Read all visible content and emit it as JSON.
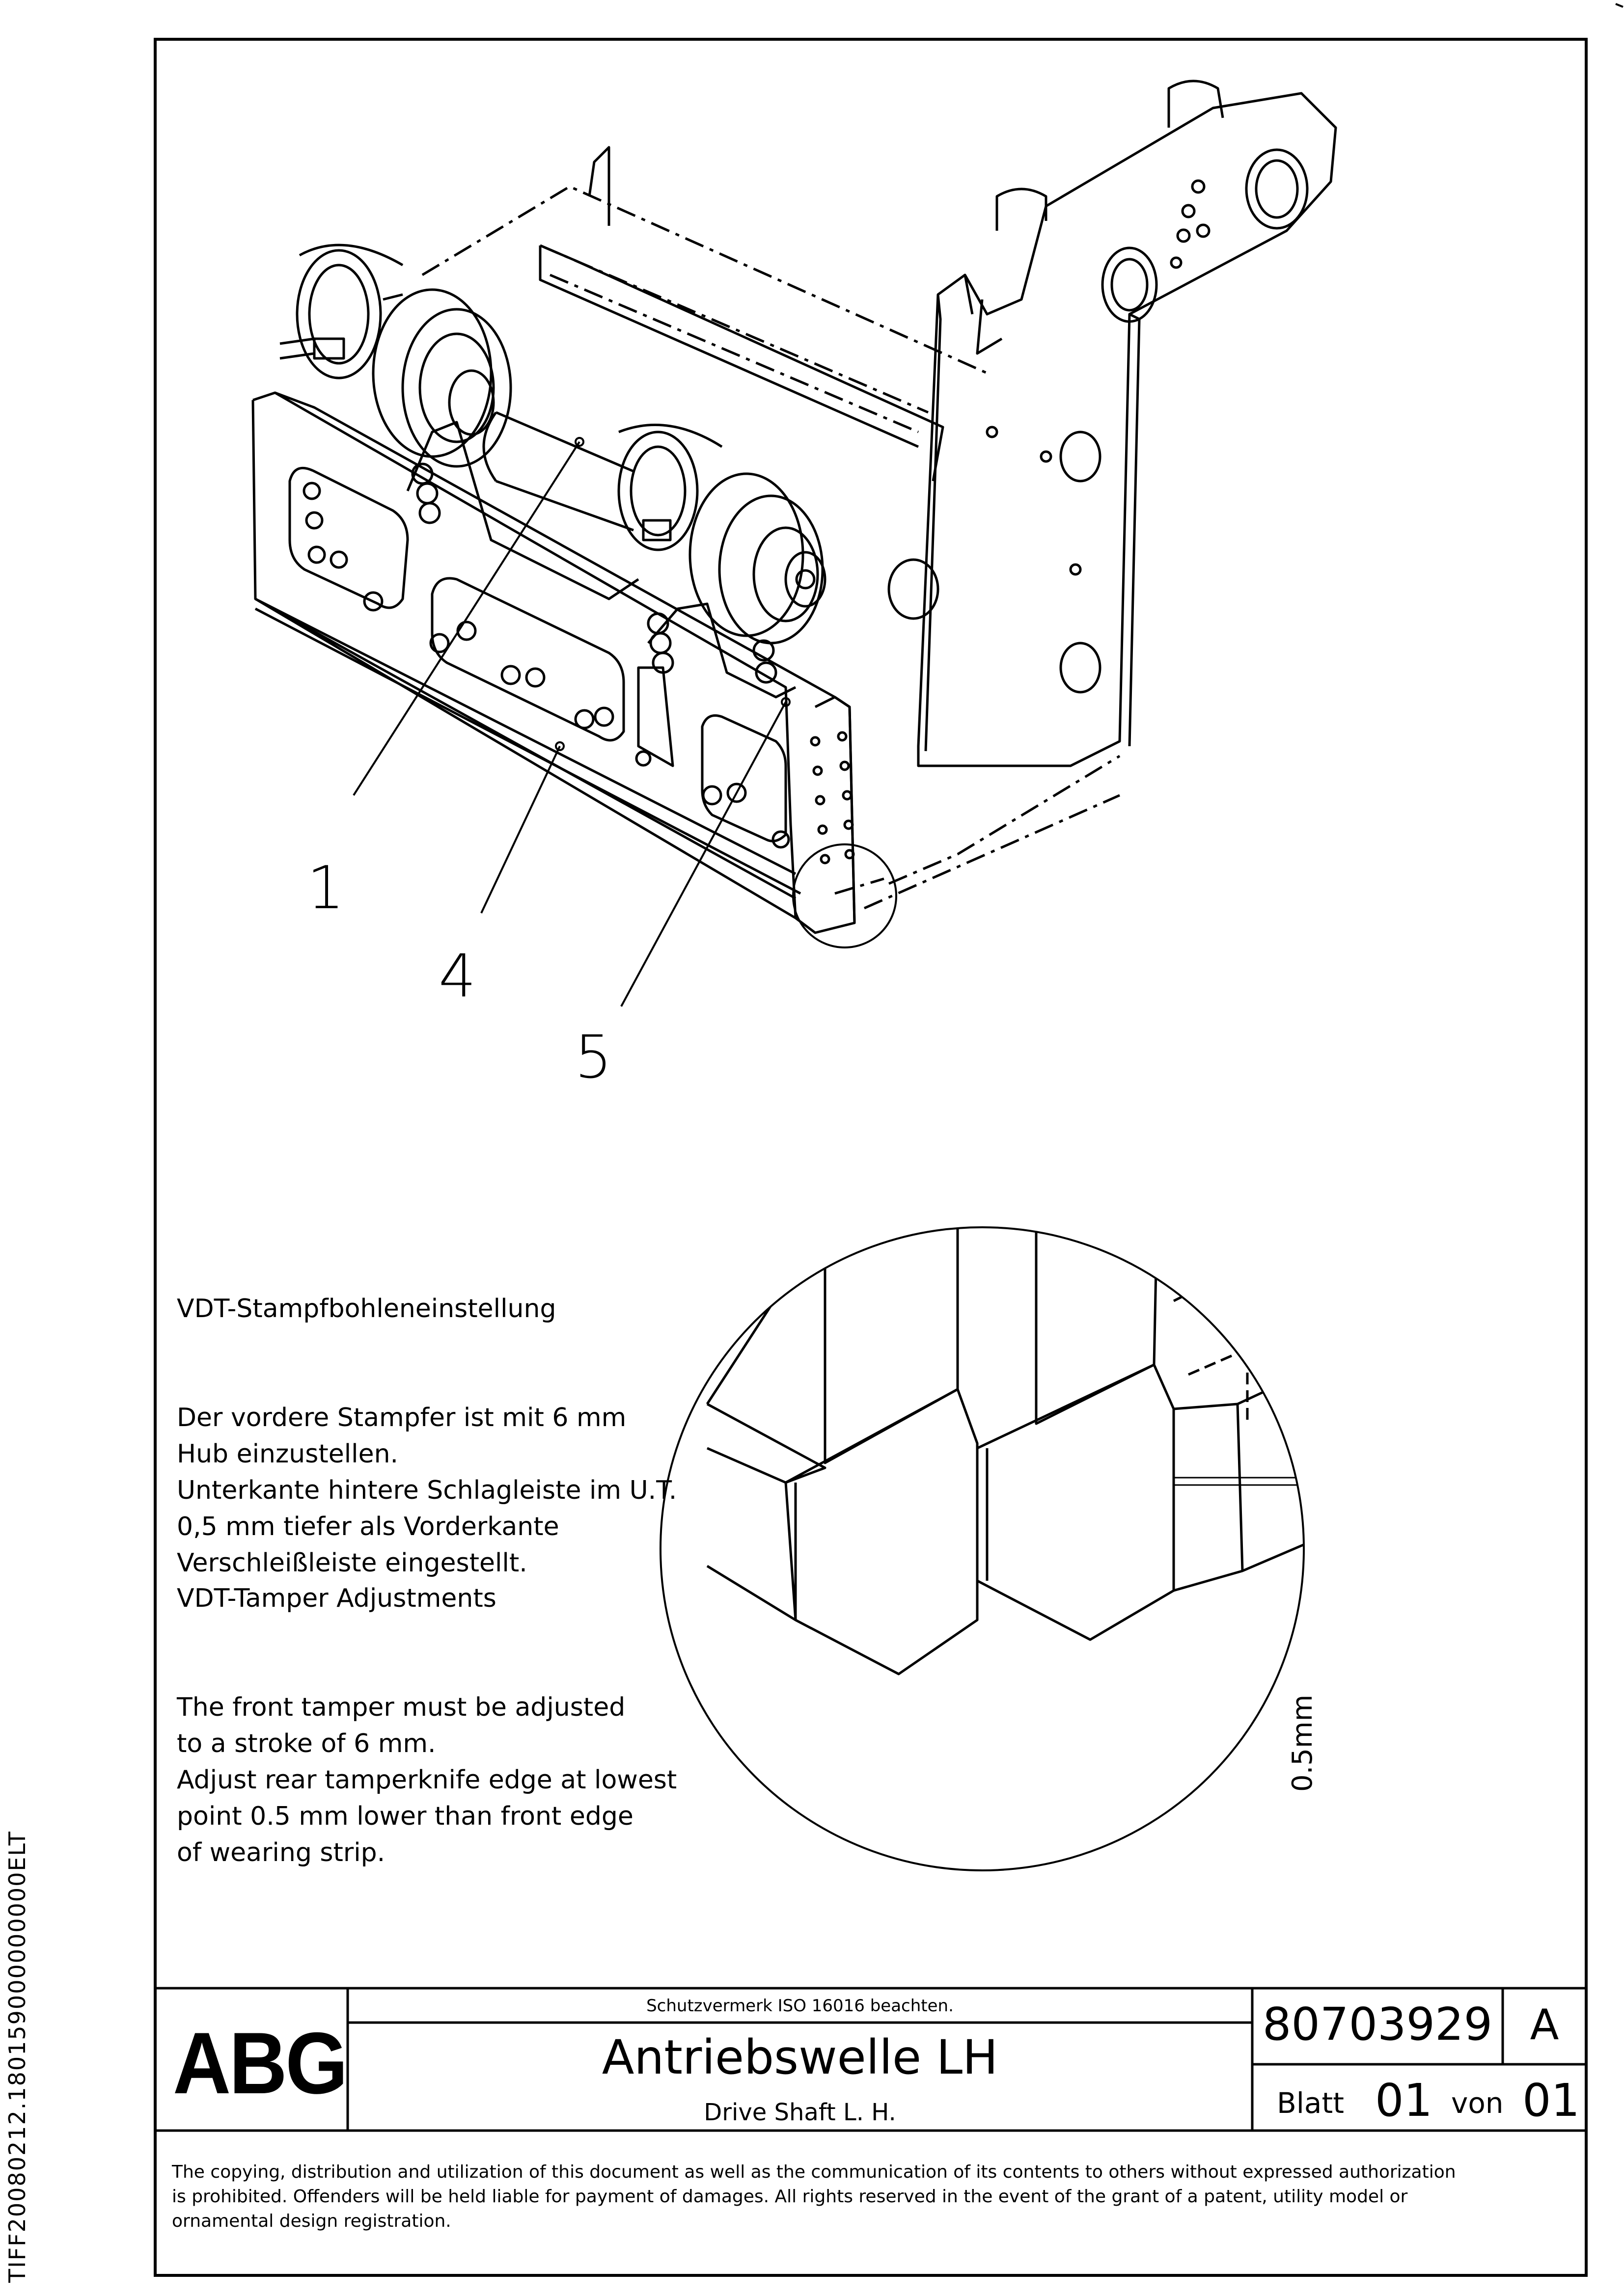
{
  "side_code": "TIFF20080212.180159000000000ELT",
  "callouts": [
    "1",
    "4",
    "5"
  ],
  "notes_de": {
    "title": "VDT-Stampfbohleneinstellung",
    "body": "Der vordere Stampfer ist mit 6 mm\nHub einzustellen.\nUnterkante hintere Schlagleiste im U.T.\n0,5 mm tiefer als Vorderkante\nVerschleißleiste eingestellt."
  },
  "notes_en": {
    "title": "VDT-Tamper Adjustments",
    "body": "The front tamper must be adjusted\nto a stroke of 6 mm.\nAdjust rear tamperknife edge at lowest\npoint 0.5 mm lower than front edge\nof wearing strip."
  },
  "detail_dimension": "0.5mm",
  "title_block": {
    "logo": "ABG",
    "protection_note": "Schutzvermerk ISO 16016 beachten.",
    "title_de": "Antriebswelle LH",
    "title_en": "Drive Shaft L. H.",
    "drawing_number": "80703929",
    "revision": "A",
    "sheet_label": "Blatt",
    "sheet_number": "01",
    "of_label": "von",
    "sheet_total": "01"
  },
  "copyright_notice": "The copying, distribution and utilization of this document as well as the communication of its contents to others without expressed authorization\nis prohibited. Offenders will be held liable for payment of damages. All rights reserved in the event of the grant of a patent, utility model or\nornamental design registration."
}
